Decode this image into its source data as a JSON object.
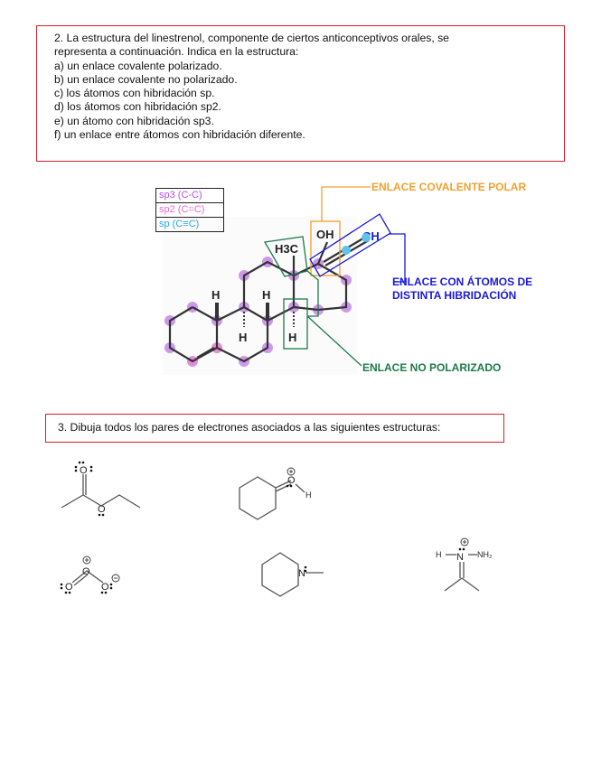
{
  "question2": {
    "lines": [
      "2. La estructura del linestrenol, componente de ciertos anticonceptivos orales, se",
      "representa a continuación. Indica en la estructura:",
      "a) un enlace covalente polarizado.",
      "b) un enlace covalente no polarizado.",
      "c) los átomos con hibridación sp.",
      "d) los átomos con hibridación sp2.",
      "e) un átomo con hibridación sp3.",
      "f)  un enlace entre átomos con hibridación diferente."
    ]
  },
  "legend": {
    "sp3": "sp3 (C-C)",
    "sp2": "sp2 (C=C)",
    "sp": "sp (C≡C)"
  },
  "annotations": {
    "polar": "ENLACE COVALENTE POLAR",
    "diff_line1": "ENLACE CON ÁTOMOS DE",
    "diff_line2": "DISTINTA HIBRIDACIÓN",
    "nonpolar": "ENLACE NO POLARIZADO"
  },
  "atom_labels": {
    "h3c": "H3C",
    "oh": "OH",
    "ch": "CH",
    "h": "H"
  },
  "question3": {
    "text": "3. Dibuja todos los pares de electrones asociados a las siguientes estructuras:"
  },
  "colors": {
    "red_border": "#d8202a",
    "sp3_purple": "#b84ee8",
    "sp2_pink": "#e86ad6",
    "sp_cyan": "#2ea8e8",
    "orange": "#f2a12e",
    "blue": "#1a1ad6",
    "green": "#1e7a4a"
  }
}
